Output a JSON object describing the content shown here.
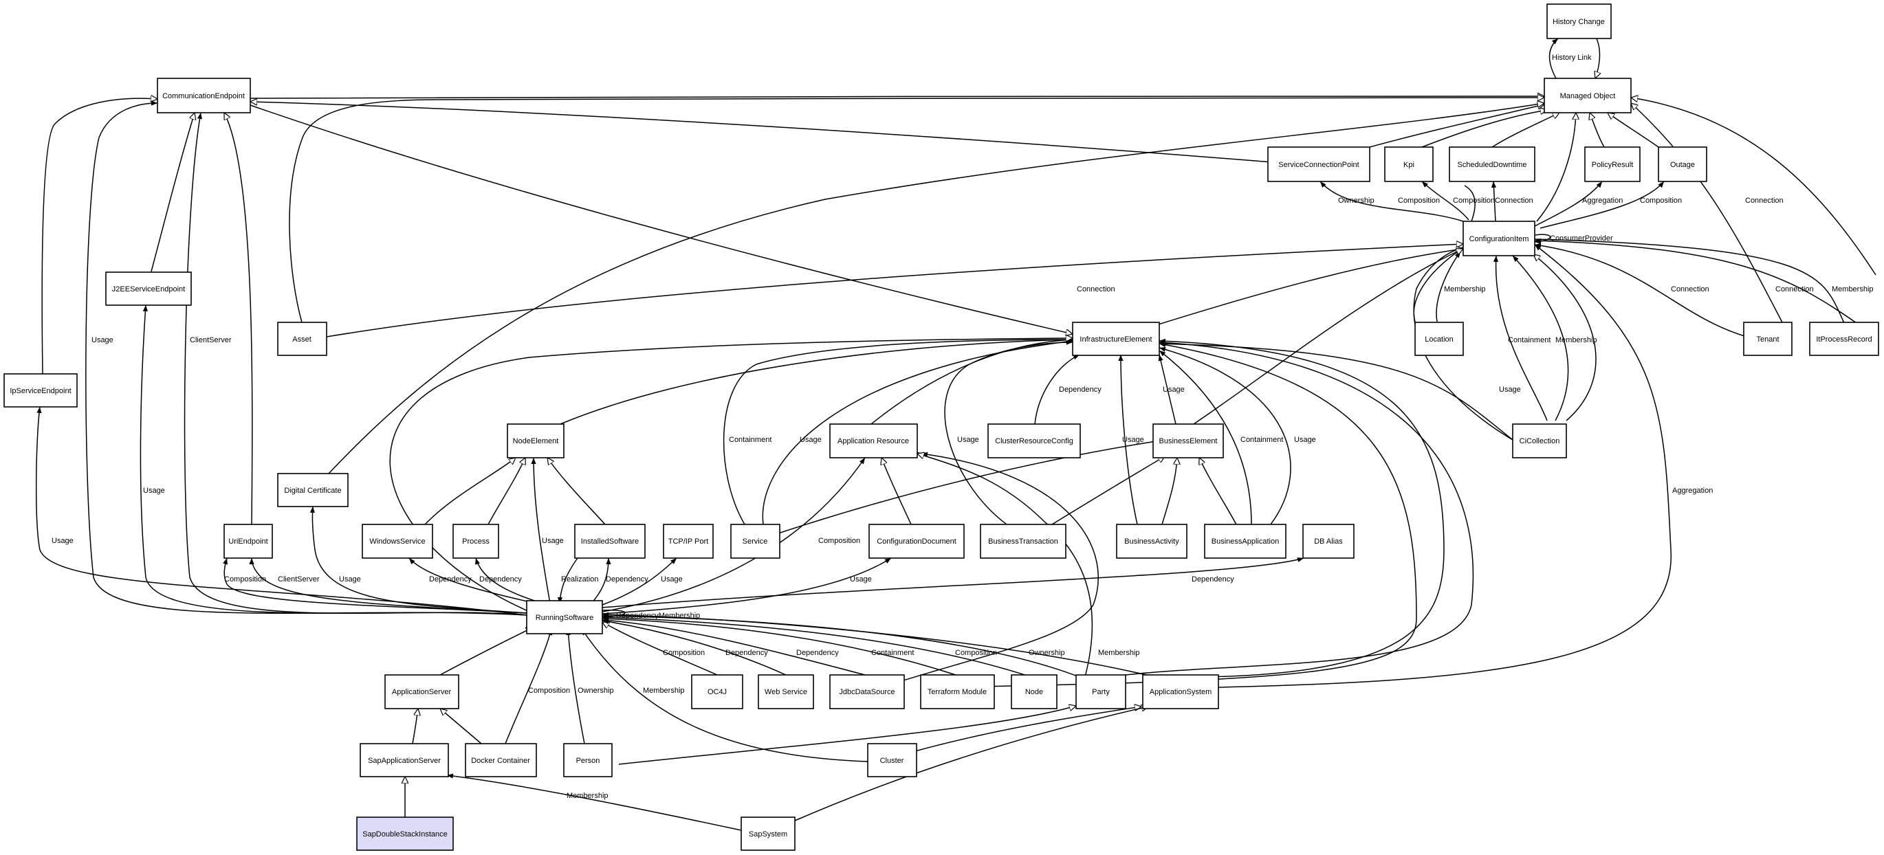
{
  "nodes": {
    "history_change": "History Change",
    "managed_object": "Managed Object",
    "communication_endpoint": "CommunicationEndpoint",
    "service_connection_point": "ServiceConnectionPoint",
    "kpi": "Kpi",
    "scheduled_downtime": "ScheduledDowntime",
    "policy_result": "PolicyResult",
    "outage": "Outage",
    "configuration_item": "ConfigurationItem",
    "j2ee_service_endpoint": "J2EEServiceEndpoint",
    "asset": "Asset",
    "infrastructure_element": "InfrastructureElement",
    "location": "Location",
    "tenant": "Tenant",
    "it_process_record": "ItProcessRecord",
    "ip_service_endpoint": "IpServiceEndpoint",
    "node_element": "NodeElement",
    "application_resource": "Application Resource",
    "cluster_resource_config": "ClusterResourceConfig",
    "business_element": "BusinessElement",
    "ci_collection": "CiCollection",
    "digital_certificate": "Digital Certificate",
    "uri_endpoint": "UriEndpoint",
    "windows_service": "WindowsService",
    "process": "Process",
    "installed_software": "InstalledSoftware",
    "tcpip_port": "TCP/IP Port",
    "service": "Service",
    "configuration_document": "ConfigurationDocument",
    "business_transaction": "BusinessTransaction",
    "business_activity": "BusinessActivity",
    "business_application": "BusinessApplication",
    "db_alias": "DB Alias",
    "running_software": "RunningSoftware",
    "application_server": "ApplicationServer",
    "oc4j": "OC4J",
    "web_service": "Web Service",
    "jdbc_data_source": "JdbcDataSource",
    "terraform_module": "Terraform Module",
    "node": "Node",
    "party": "Party",
    "application_system": "ApplicationSystem",
    "sap_application_server": "SapApplicationServer",
    "docker_container": "Docker Container",
    "person": "Person",
    "cluster": "Cluster",
    "sap_double_stack_instance": "SapDoubleStackInstance",
    "sap_system": "SapSystem"
  },
  "edge_labels": {
    "history_link": "History Link",
    "ownership": "Ownership",
    "composition": "Composition",
    "connection": "Connection",
    "aggregation": "Aggregation",
    "consumer_provider": "ConsumerProvider",
    "membership": "Membership",
    "usage": "Usage",
    "client_server": "ClientServer",
    "dependency": "Dependency",
    "containment": "Containment",
    "realization": "Realization",
    "dependency_membership": "DependencyMembership"
  },
  "highlight_color": "#dcdcf8"
}
